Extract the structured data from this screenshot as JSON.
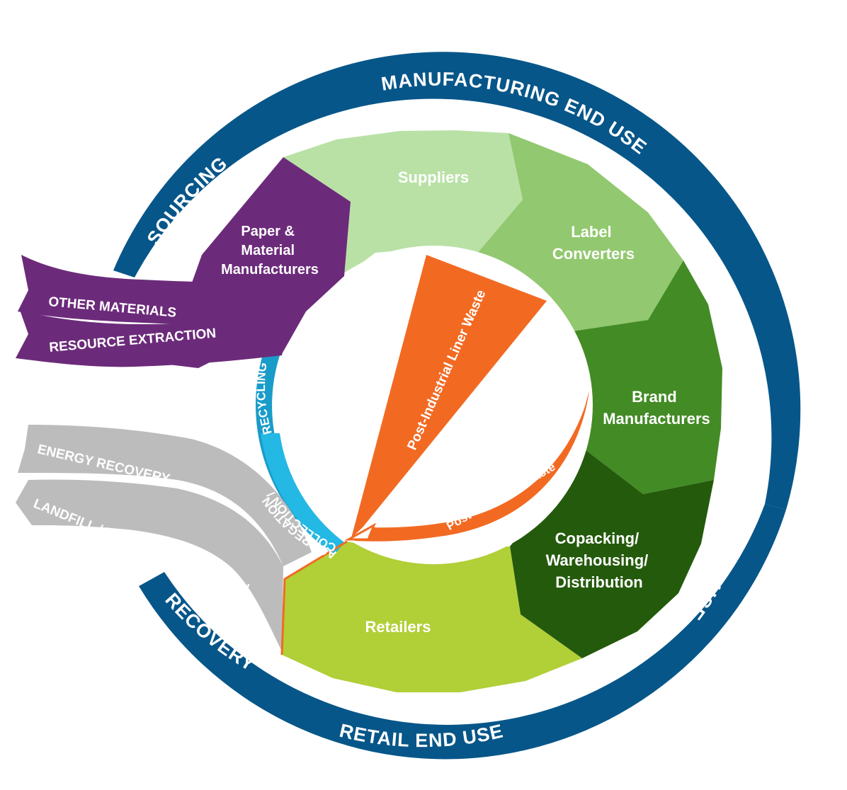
{
  "ring": {
    "manufacturing": "MANUFACTURING END USE",
    "distribution": "DISTRIBUTION END USE",
    "retail": "RETAIL END USE",
    "recovery": "RECOVERY",
    "sourcing": "SOURCING"
  },
  "segments": {
    "suppliers": "Suppliers",
    "label_converters": [
      "Label",
      "Converters"
    ],
    "brand_manufacturers": [
      "Brand",
      "Manufacturers"
    ],
    "copacking": [
      "Copacking/",
      "Warehousing/",
      "Distribution"
    ],
    "retailers": "Retailers",
    "paper_material": [
      "Paper &",
      "Material",
      "Manufacturers"
    ]
  },
  "inputs": {
    "other_materials": "OTHER MATERIALS",
    "resource_extraction": "RESOURCE EXTRACTION"
  },
  "outputs": {
    "energy_recovery": "ENERGY RECOVERY",
    "landfill": "LANDFILL / LITTER / INCINERATION"
  },
  "inner_ring": {
    "recycling": "RECYCLING",
    "collection_line1": "COLLECTION /",
    "collection_line2": "AGGREGATION"
  },
  "waste": {
    "post_industrial": "Post-Industrial Liner Waste",
    "post_use": "Post-Use Liner Waste"
  },
  "colors": {
    "ring_blue": "#075689",
    "suppliers": "#b9e1a6",
    "label_converters": "#92c86f",
    "brand_manufacturers": "#438b25",
    "copacking": "#245a0c",
    "retailers": "#b1cf37",
    "paper": "#6c2b7a",
    "orange": "#f26a22",
    "gray": "#bcbcbc",
    "cyan": "#1a9cc9"
  }
}
